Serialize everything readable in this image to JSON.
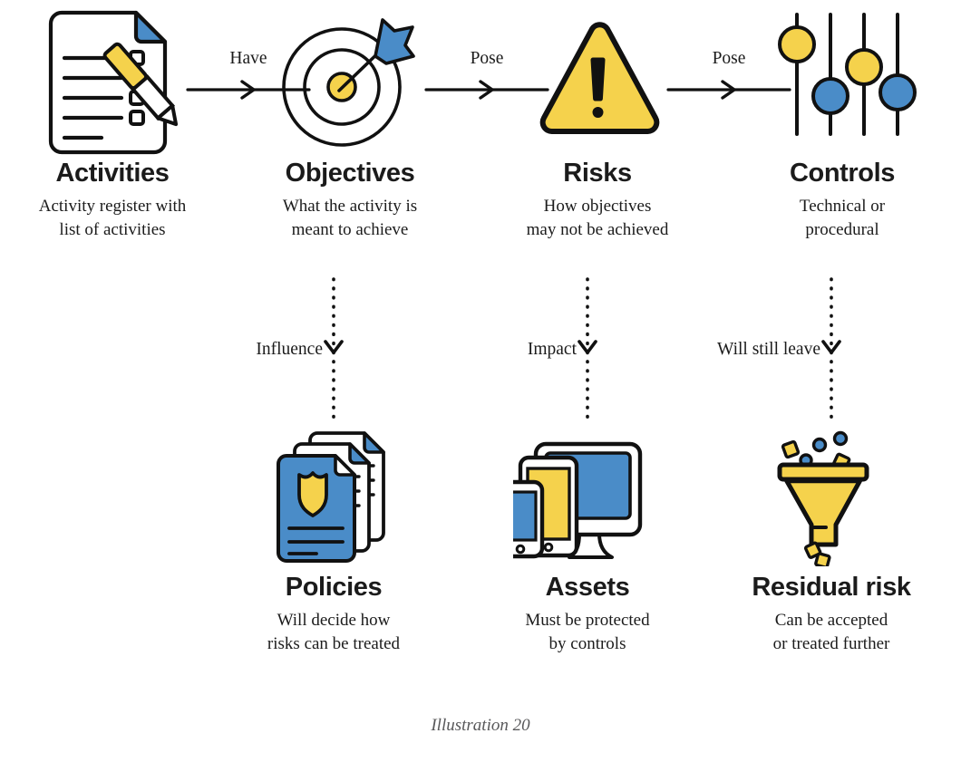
{
  "diagram": {
    "caption": "Illustration 20",
    "colors": {
      "yellow": "#F5D24C",
      "blue": "#4A8CC8",
      "outline": "#111111",
      "text": "#1B1B1B",
      "caption_text": "#58585A",
      "background": "#FFFFFF"
    },
    "top_row": [
      {
        "id": "activities",
        "icon": "checklist-document-with-pen-icon",
        "title": "Activities",
        "desc": "Activity register with\nlist of activities"
      },
      {
        "id": "objectives",
        "icon": "target-with-arrow-icon",
        "title": "Objectives",
        "desc": "What the activity is\nmeant to achieve"
      },
      {
        "id": "risks",
        "icon": "warning-triangle-icon",
        "title": "Risks",
        "desc": "How objectives\nmay not be achieved"
      },
      {
        "id": "controls",
        "icon": "slider-controls-icon",
        "title": "Controls",
        "desc": "Technical or\nprocedural"
      }
    ],
    "bottom_row": [
      {
        "id": "policies",
        "icon": "document-stack-with-shield-icon",
        "title": "Policies",
        "desc": "Will decide how\nrisks can be treated"
      },
      {
        "id": "assets",
        "icon": "devices-monitor-tablet-phone-icon",
        "title": "Assets",
        "desc": "Must be protected\nby controls"
      },
      {
        "id": "residual-risk",
        "icon": "funnel-icon",
        "title": "Residual risk",
        "desc": "Can be accepted\nor treated further"
      }
    ],
    "horizontal_connectors": [
      {
        "id": "activities-to-objectives",
        "label": "Have"
      },
      {
        "id": "objectives-to-risks",
        "label": "Pose"
      },
      {
        "id": "risks-to-controls",
        "label": "Pose"
      }
    ],
    "vertical_connectors": [
      {
        "id": "objectives-to-policies",
        "label": "Influence"
      },
      {
        "id": "risks-to-assets",
        "label": "Impact"
      },
      {
        "id": "controls-to-residual-risk",
        "label": "Will still leave"
      }
    ]
  }
}
